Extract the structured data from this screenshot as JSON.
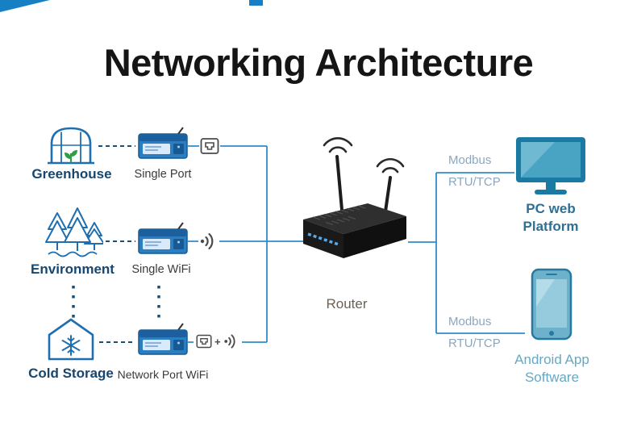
{
  "page": {
    "title": "Networking Architecture"
  },
  "nodes": {
    "greenhouse": "Greenhouse",
    "environment": "Environment",
    "cold_storage": "Cold Storage",
    "single_port": "Single Port",
    "single_wifi": "Single WiFi",
    "network_port_wifi": "Network Port WiFi",
    "plus_sign": "+",
    "router": "Router"
  },
  "links": {
    "modbus_top": {
      "line1": "Modbus",
      "line2": "RTU/TCP"
    },
    "modbus_bottom": {
      "line1": "Modbus",
      "line2": "RTU/TCP"
    }
  },
  "endpoints": {
    "pc": {
      "line1": "PC web",
      "line2": "Platform"
    },
    "android": {
      "line1": "Android App",
      "line2": "Software"
    }
  },
  "colors": {
    "accent_blue": "#1780c4",
    "wire_blue": "#2f8bcb",
    "dash_navy": "#1d4e73",
    "label_navy": "#17466e",
    "device_blue": "#2b7fc1",
    "router_text": "#6a6055",
    "modbus_text": "#8aa6c0",
    "pc_text": "#2d7096",
    "android_text": "#67a8c3",
    "teal_device": "#1b7aa1"
  }
}
